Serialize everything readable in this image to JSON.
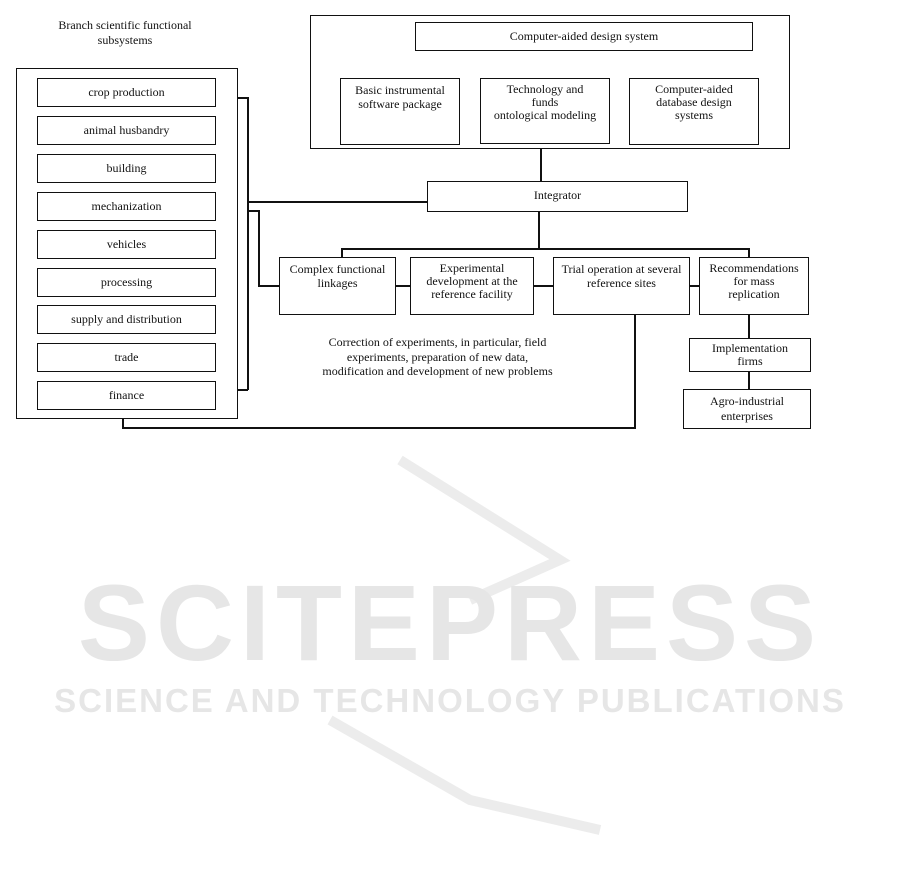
{
  "subsystems": {
    "title": "Branch scientific functional\nsubsystems",
    "items": [
      "crop production",
      "animal husbandry",
      "building",
      "mechanization",
      "vehicles",
      "processing",
      "supply and distribution",
      "trade",
      "finance"
    ]
  },
  "cad": {
    "title": "Computer-aided design system",
    "boxes": [
      "Basic instrumental\nsoftware package",
      "Technology and\nfunds\nontological modeling",
      "Computer-aided\ndatabase design\nsystems"
    ]
  },
  "integrator": "Integrator",
  "stages": [
    "Complex functional\nlinkages",
    "Experimental\ndevelopment at the\nreference facility",
    "Trial operation at several\nreference sites",
    "Recommendations\nfor mass\nreplication"
  ],
  "implementation": "Implementation\nfirms",
  "agro": "Agro-industrial\nenterprises",
  "correction": "Correction of experiments, in particular, field\nexperiments, preparation of new data,\nmodification and development of new problems",
  "watermark": {
    "title": "SCITEPRESS",
    "subtitle": "SCIENCE AND TECHNOLOGY PUBLICATIONS",
    "color": "#e3e3e3"
  }
}
